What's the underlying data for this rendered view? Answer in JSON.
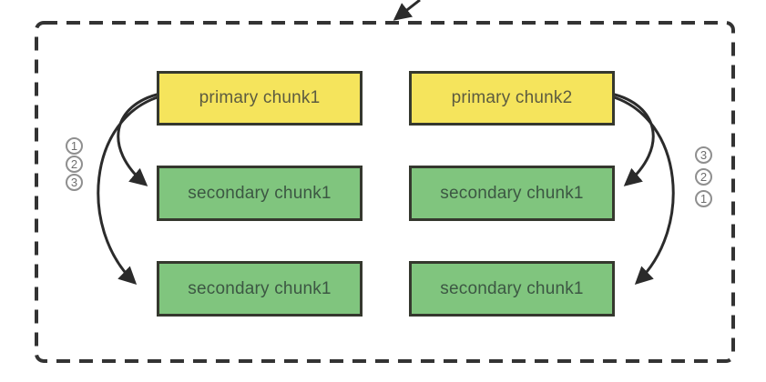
{
  "colors": {
    "background": "#ffffff",
    "primary_box_fill": "#f5e45c",
    "secondary_box_fill": "#80c57e",
    "box_border": "#35382e",
    "dashed_boundary": "#333333",
    "arrow": "#2b2b2b",
    "sequence_marker_ring": "#8f8f8f"
  },
  "groups": {
    "left": {
      "primary_label": "primary chunk1",
      "secondary_labels": [
        "secondary chunk1",
        "secondary chunk1"
      ],
      "sequence_markers": [
        "1",
        "2",
        "3"
      ]
    },
    "right": {
      "primary_label": "primary chunk2",
      "secondary_labels": [
        "secondary chunk1",
        "secondary chunk1"
      ],
      "sequence_markers": [
        "3",
        "2",
        "1"
      ]
    }
  }
}
